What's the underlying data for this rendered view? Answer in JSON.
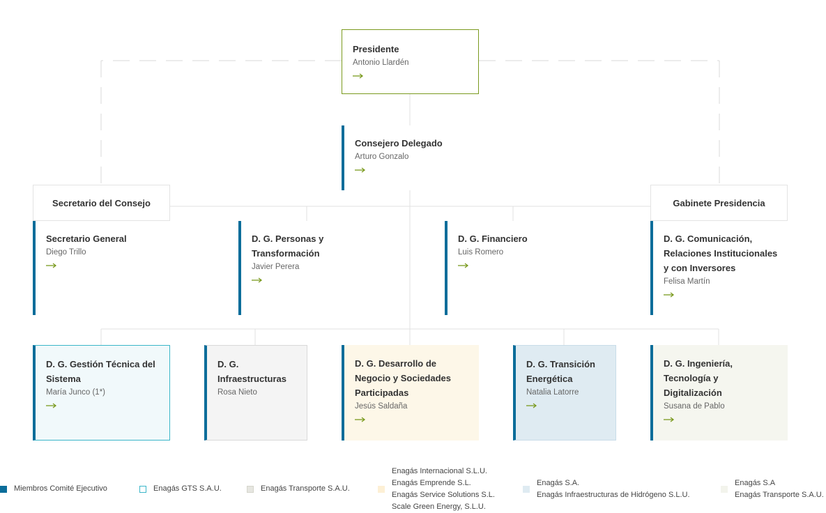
{
  "president": {
    "title": "Presidente",
    "name": "Antonio Llardén"
  },
  "ceo": {
    "title": "Consejero Delegado",
    "name": "Arturo Gonzalo"
  },
  "headers": {
    "secretario_consejo": "Secretario del Consejo",
    "gabinete": "Gabinete Presidencia"
  },
  "row1": [
    {
      "title": "Secretario General",
      "name": "Diego Trillo"
    },
    {
      "title": "D. G. Personas y Transformación",
      "name": "Javier Perera"
    },
    {
      "title": "D. G. Financiero",
      "name": "Luis Romero"
    },
    {
      "title": "D. G. Comunicación, Relaciones Institucionales y con Inversores",
      "name": "Felisa Martín"
    }
  ],
  "row2": [
    {
      "title": "D. G. Gestión Técnica del Sistema",
      "name": "María Junco (1*)"
    },
    {
      "title": "D. G. Infraestructuras",
      "name": "Rosa Nieto"
    },
    {
      "title": "D. G. Desarrollo de Negocio y Sociedades Participadas",
      "name": "Jesús Saldaña"
    },
    {
      "title": "D. G. Transición Energética",
      "name": "Natalia Latorre"
    },
    {
      "title": "D. G. Ingeniería, Tecnología y Digitalización",
      "name": "Susana de Pablo"
    }
  ],
  "legend": [
    {
      "lines": [
        "Miembros Comité Ejecutivo"
      ]
    },
    {
      "lines": [
        "Enagás GTS S.A.U."
      ]
    },
    {
      "lines": [
        "Enagás Transporte S.A.U."
      ]
    },
    {
      "lines": [
        "Enagás Internacional S.L.U.",
        "Enagás Emprende S.L.",
        "Enagás Service Solutions S.L.",
        "Scale Green Energy, S.L.U."
      ]
    },
    {
      "lines": [
        "Enagás S.A.",
        "Enagás Infraestructuras de Hidrógeno S.L.U."
      ]
    },
    {
      "lines": [
        "Enagás S.A",
        "Enagás Transporte S.A.U."
      ]
    }
  ],
  "colors": {
    "accent_blue": "#0b6d9a",
    "arrow_green": "#7a9a1e",
    "president_border": "#7a9a1e",
    "gts_bg": "#f1f9fb",
    "gts_border": "#3bb6c9",
    "transporte_bg": "#f4f4f4",
    "transporte_border": "#d9d9d9",
    "internacional_bg": "#fdf7e8",
    "sa_bg": "#dfebf2",
    "sa_border": "#c8dce8",
    "sa_transporte_bg": "#f5f6ef"
  },
  "icons": {
    "arrow": "arrow-right-icon"
  }
}
